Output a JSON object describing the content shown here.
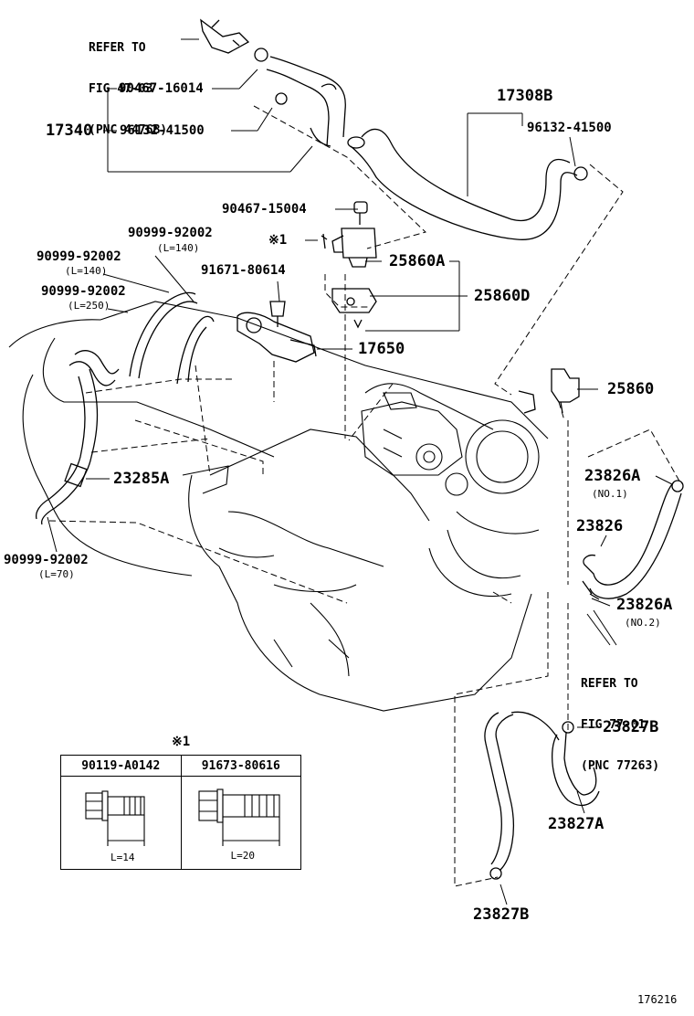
{
  "diagram_id": "176216",
  "refer_top": {
    "line1": "REFER TO",
    "line2": "FIG 47-03",
    "line3": "(PNC 4476B)"
  },
  "refer_right": {
    "line1": "REFER TO",
    "line2": "FIG 77-01",
    "line3": "(PNC 77263)"
  },
  "labels": {
    "p90467_16014": "90467-16014",
    "p17340": "17340",
    "p96132_41500_left": "96132-41500",
    "p17308B": "17308B",
    "p96132_41500_right": "96132-41500",
    "p90467_15004": "90467-15004",
    "mark1": "※1",
    "p90999_92002_a": "90999-92002",
    "l140_a": "(L=140)",
    "p90999_92002_b": "90999-92002",
    "l140_b": "(L=140)",
    "p91671_80614": "91671-80614",
    "p25860A": "25860A",
    "p90999_92002_c": "90999-92002",
    "l250": "(L=250)",
    "p25860D": "25860D",
    "p17650": "17650",
    "p25860": "25860",
    "p23285A": "23285A",
    "p23826A_1": "23826A",
    "no1": "(NO.1)",
    "p23826": "23826",
    "p23826A_2": "23826A",
    "no2": "(NO.2)",
    "p90999_92002_d": "90999-92002",
    "l70": "(L=70)",
    "p23827B_a": "23827B",
    "p23827A": "23827A",
    "p23827B_b": "23827B"
  },
  "bolt_table": {
    "mark": "※1",
    "col1_part": "90119-A0142",
    "col2_part": "91673-80616",
    "col1_length": "L=14",
    "col2_length": "L=20"
  }
}
